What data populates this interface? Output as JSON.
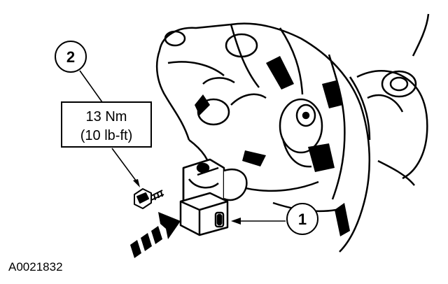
{
  "figure": {
    "id": "A0021832"
  },
  "callouts": [
    {
      "number": "1"
    },
    {
      "number": "2"
    }
  ],
  "torque_spec": {
    "metric": "13 Nm",
    "imperial": "(10 lb-ft)"
  },
  "colors": {
    "ink": "#000000",
    "paper": "#ffffff"
  }
}
